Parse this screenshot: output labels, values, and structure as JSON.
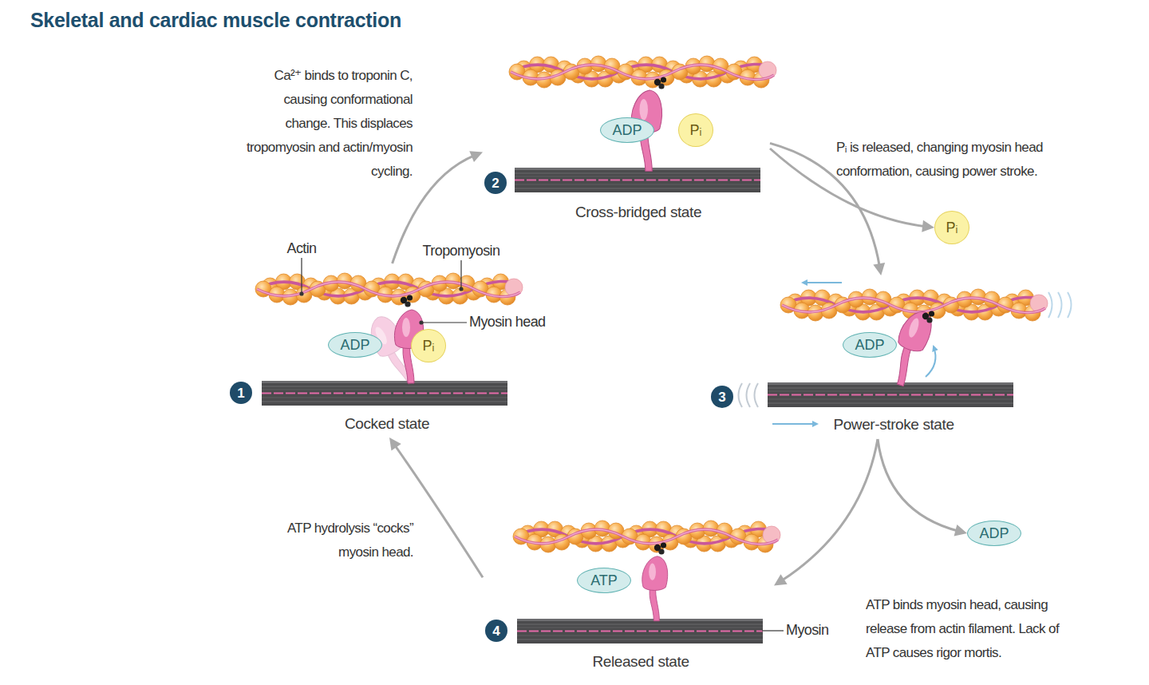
{
  "diagram": {
    "title": "Skeletal and cardiac muscle contraction",
    "nodes": [
      {
        "text": [
          "Cocked state"
        ]
      },
      {
        "text": [
          "1"
        ],
        "in": 0
      },
      {
        "text": [
          "ADP"
        ],
        "in": 0
      },
      {
        "text": [
          "Pᵢ"
        ],
        "in": 0
      },
      {
        "text": [
          "Cross-bridged state"
        ]
      },
      {
        "text": [
          "2"
        ],
        "in": 4
      },
      {
        "text": [
          "ADP"
        ],
        "in": 4
      },
      {
        "text": [
          "Pᵢ"
        ],
        "in": 4
      },
      {
        "text": [
          "Pᵢ"
        ]
      },
      {
        "text": [
          "Power-stroke state"
        ]
      },
      {
        "text": [
          "3"
        ],
        "in": 9
      },
      {
        "text": [
          "ADP"
        ],
        "in": 9
      },
      {
        "text": [
          "ADP"
        ]
      },
      {
        "text": [
          "Released state"
        ]
      },
      {
        "text": [
          "4"
        ],
        "in": 13
      },
      {
        "text": [
          "ATP"
        ],
        "in": 13
      }
    ],
    "edges": [
      {
        "from": 0,
        "to": 4,
        "arrow": "to"
      },
      {
        "from": 4,
        "to": 9,
        "arrow": "to"
      },
      {
        "from": 4,
        "to": 8,
        "arrow": "to"
      },
      {
        "from": 9,
        "to": 13,
        "arrow": "to"
      },
      {
        "from": 9,
        "to": 12,
        "arrow": "to"
      },
      {
        "from": 13,
        "to": 0,
        "arrow": "to"
      }
    ],
    "labels": [
      "Ca²⁺ binds to troponin C, causing conformational change. This displaces tropomyosin and actin/myosin cycling.",
      "Actin",
      "Tropomyosin",
      "Myosin head",
      "Pᵢ is released, changing myosin head conformation, causing power stroke.",
      "ATP hydrolysis “cocks” myosin head.",
      "ATP binds myosin head, causing release from actin filament. Lack of ATP causes rigor mortis.",
      "Myosin"
    ]
  }
}
